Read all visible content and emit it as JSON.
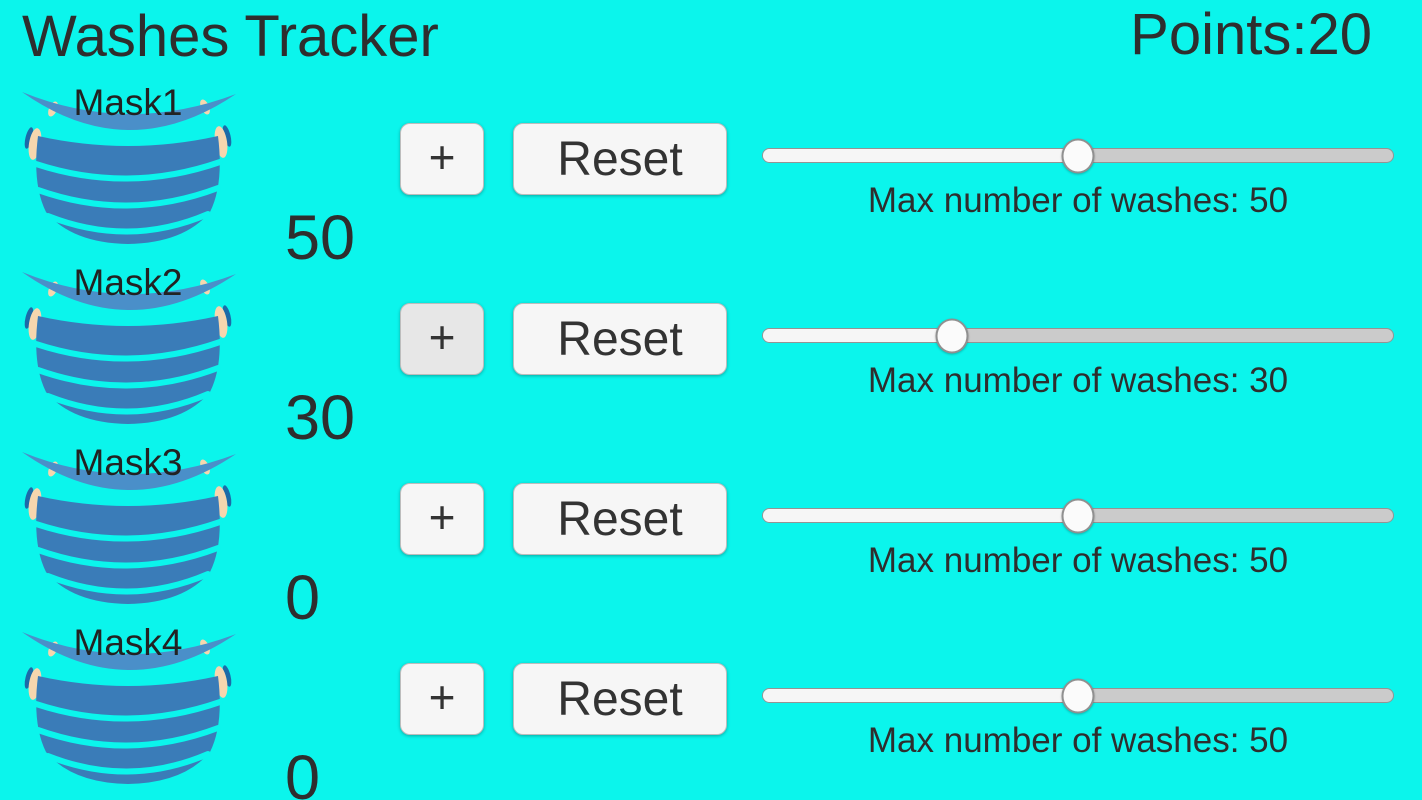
{
  "app": {
    "title": "Washes Tracker",
    "points_label": "Points:",
    "points_value": "20"
  },
  "colors": {
    "background": "#0bf5ec",
    "mask_body": "#3a7cb8",
    "mask_band": "#4a8fc9",
    "mask_strap": "#f6d6ae",
    "text": "#333333",
    "button_bg": "#f6f6f6",
    "button_bg_pressed": "#e7e7e7",
    "slider_track_left": "#f6f6f6",
    "slider_track_right": "#cbcbcb"
  },
  "controls": {
    "plus_label": "+",
    "reset_label": "Reset"
  },
  "masks": [
    {
      "name": "Mask1",
      "washes": "50",
      "max_washes": 50,
      "slider_percent": 50,
      "max_label": "Max number of washes: 50",
      "plus_pressed": false
    },
    {
      "name": "Mask2",
      "washes": "30",
      "max_washes": 30,
      "slider_percent": 30,
      "max_label": "Max number of washes: 30",
      "plus_pressed": true
    },
    {
      "name": "Mask3",
      "washes": "0",
      "max_washes": 50,
      "slider_percent": 50,
      "max_label": "Max number of washes: 50",
      "plus_pressed": false
    },
    {
      "name": "Mask4",
      "washes": "0",
      "max_washes": 50,
      "slider_percent": 50,
      "max_label": "Max number of washes: 50",
      "plus_pressed": false
    }
  ]
}
